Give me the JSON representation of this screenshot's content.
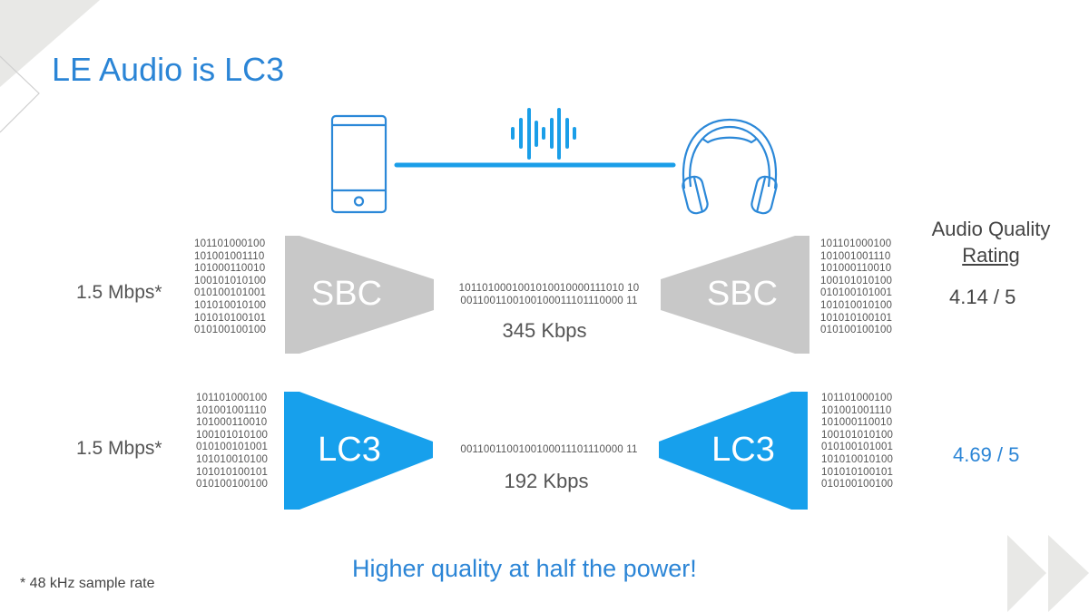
{
  "slide": {
    "title": "LE Audio is LC3",
    "accent_color": "#2b85d6",
    "icon_color": "#1a9ee8",
    "sbc_color": "#c8c8c8",
    "lc3_color": "#17a0ec"
  },
  "header_graphic": {
    "source_icon": "smartphone-icon",
    "link_icon": "sound-wave-icon",
    "sink_icon": "headphones-icon"
  },
  "rating_header": {
    "line1": "Audio Quality",
    "line2": "Rating"
  },
  "rows": [
    {
      "codec": "SBC",
      "input_rate": "1.5 Mbps*",
      "input_bits": [
        "101101000100",
        "101001001110",
        "101000110010",
        "100101010100",
        "010100101001",
        "101010010100",
        "101010100101",
        "010100100100"
      ],
      "stream_bits": [
        "10110100010010100100001110101 0",
        "0011001100100100011101110000 11"
      ],
      "stream_rate": "345 Kbps",
      "output_bits": [
        "101101000100",
        "101001001110",
        "101000110010",
        "100101010100",
        "010100101001",
        "101010010100",
        "101010100101",
        "010100100100"
      ],
      "rating": "4.14 / 5"
    },
    {
      "codec": "LC3",
      "input_rate": "1.5 Mbps*",
      "input_bits": [
        "101101000100",
        "101001001110",
        "101000110010",
        "100101010100",
        "010100101001",
        "101010010100",
        "101010100101",
        "010100100100"
      ],
      "stream_bits": [
        "00110011001001000111011100001 1"
      ],
      "stream_rate": "192 Kbps",
      "output_bits": [
        "101101000100",
        "101001001110",
        "101000110010",
        "100101010100",
        "010100101001",
        "101010010100",
        "101010100101",
        "010100100100"
      ],
      "rating": "4.69 / 5"
    }
  ],
  "stream_text": {
    "sbc": "1011010001001010010000111010 10\n0011001100100100011101110000 11",
    "lc3": "0011001100100100011101110000 11"
  },
  "bits_block": "101101000100\n101001001110\n101000110010\n100101010100\n010100101001\n101010010100\n101010100101\n010100100100",
  "tagline": "Higher quality at half the power!",
  "footnote": "* 48 kHz sample rate",
  "decor": {
    "top_left": "corner-triangle-decoration",
    "bottom_right": "fast-forward-arrows-decoration"
  }
}
